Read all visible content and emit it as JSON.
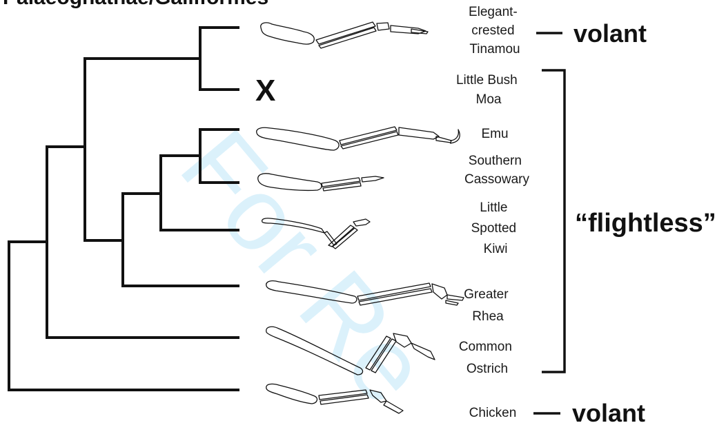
{
  "header": {
    "title": "Palaeognathae/Galliformes"
  },
  "marker_x": "X",
  "watermark": "For Re",
  "taxa": [
    {
      "lines": [
        "Elegant-",
        "crested",
        "Tinamou"
      ]
    },
    {
      "lines": [
        "Little Bush",
        "Moa"
      ]
    },
    {
      "lines": [
        "Emu"
      ]
    },
    {
      "lines": [
        "Southern",
        "Cassowary"
      ]
    },
    {
      "lines": [
        "Little",
        "Spotted",
        "Kiwi"
      ]
    },
    {
      "lines": [
        "Greater",
        "Rhea"
      ]
    },
    {
      "lines": [
        "Common",
        "Ostrich"
      ]
    },
    {
      "lines": [
        "Chicken"
      ]
    }
  ],
  "labels": {
    "volant_top": "volant",
    "volant_bottom": "volant",
    "flightless": "“flightless”"
  },
  "colors": {
    "ink": "#111111",
    "watermark": "#bfe6f8"
  }
}
